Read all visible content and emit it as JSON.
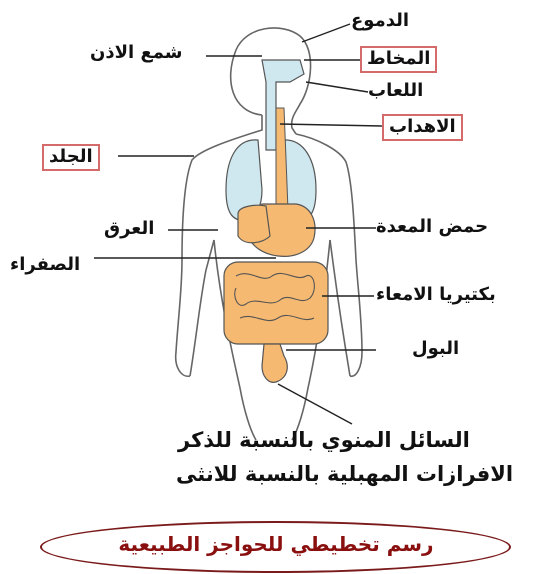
{
  "labels": {
    "tears": "الدموع",
    "mucus": "المخاط",
    "saliva": "اللعاب",
    "earwax": "شمع الاذن",
    "cilia": "الاهداب",
    "skin": "الجلد",
    "stomach_acid": "حمض المعدة",
    "sweat": "العرق",
    "bile": "الصفراء",
    "gut_bacteria": "بكتيريا الامعاء",
    "urine": "البول"
  },
  "bottom": {
    "semen": "السائل المنوي بالنسبة للذكر",
    "vaginal": "الافرازات المهبلية بالنسبة للانثى"
  },
  "caption": "رسم تخطيطي للحواجز الطبيعية",
  "colors": {
    "lungs": "#cfe7ef",
    "digestive": "#f5b971",
    "outline": "#555555",
    "box_border": "#d46a6a",
    "caption": "#8a1010"
  }
}
